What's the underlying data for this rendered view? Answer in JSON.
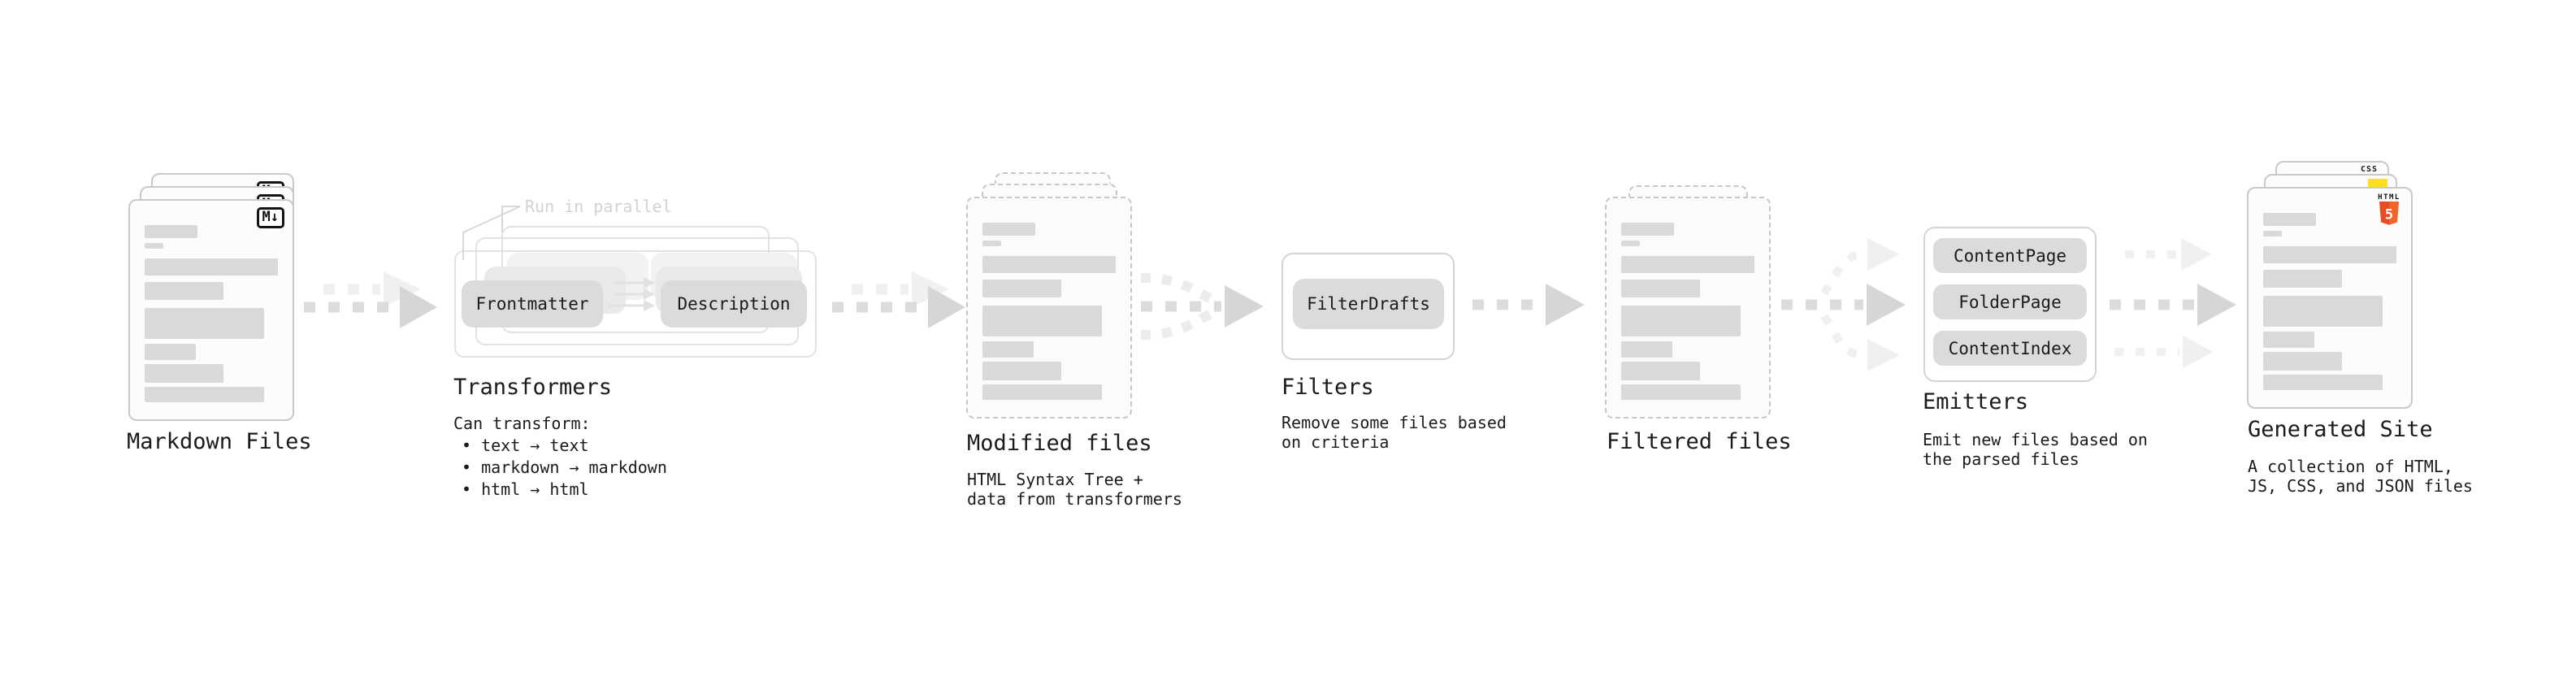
{
  "stages": {
    "markdown_files": {
      "label": "Markdown Files",
      "badge": "M↓"
    },
    "transformers": {
      "label": "Transformers",
      "note": "Run in parallel",
      "pill_left": "Frontmatter",
      "pill_right": "Description",
      "desc_title": "Can transform:",
      "bullets": [
        "• text → text",
        "• markdown → markdown",
        "• html → html"
      ]
    },
    "modified_files": {
      "label": "Modified files",
      "desc_lines": [
        "HTML Syntax Tree +",
        "data from transformers"
      ]
    },
    "filters": {
      "label": "Filters",
      "pill": "FilterDrafts",
      "desc_lines": [
        "Remove some files based",
        "on criteria"
      ]
    },
    "filtered_files": {
      "label": "Filtered files"
    },
    "emitters": {
      "label": "Emitters",
      "pills": [
        "ContentPage",
        "FolderPage",
        "ContentIndex"
      ],
      "desc_lines": [
        "Emit new files based on",
        "the parsed files"
      ]
    },
    "generated_site": {
      "label": "Generated Site",
      "desc_lines": [
        "A collection of HTML,",
        "JS, CSS, and JSON files"
      ],
      "css_badge": "CSS",
      "html_badge_word": "HTML",
      "html_badge_number": "5"
    }
  },
  "colors": {
    "html5_orange": "#e44d26",
    "js_yellow": "#ffdf1e",
    "css_blue": "#2962ff",
    "placeholder_gray": "#d9d9d9",
    "arrow_dark": "#dcdcdc",
    "arrow_light": "#f0f0f0"
  }
}
